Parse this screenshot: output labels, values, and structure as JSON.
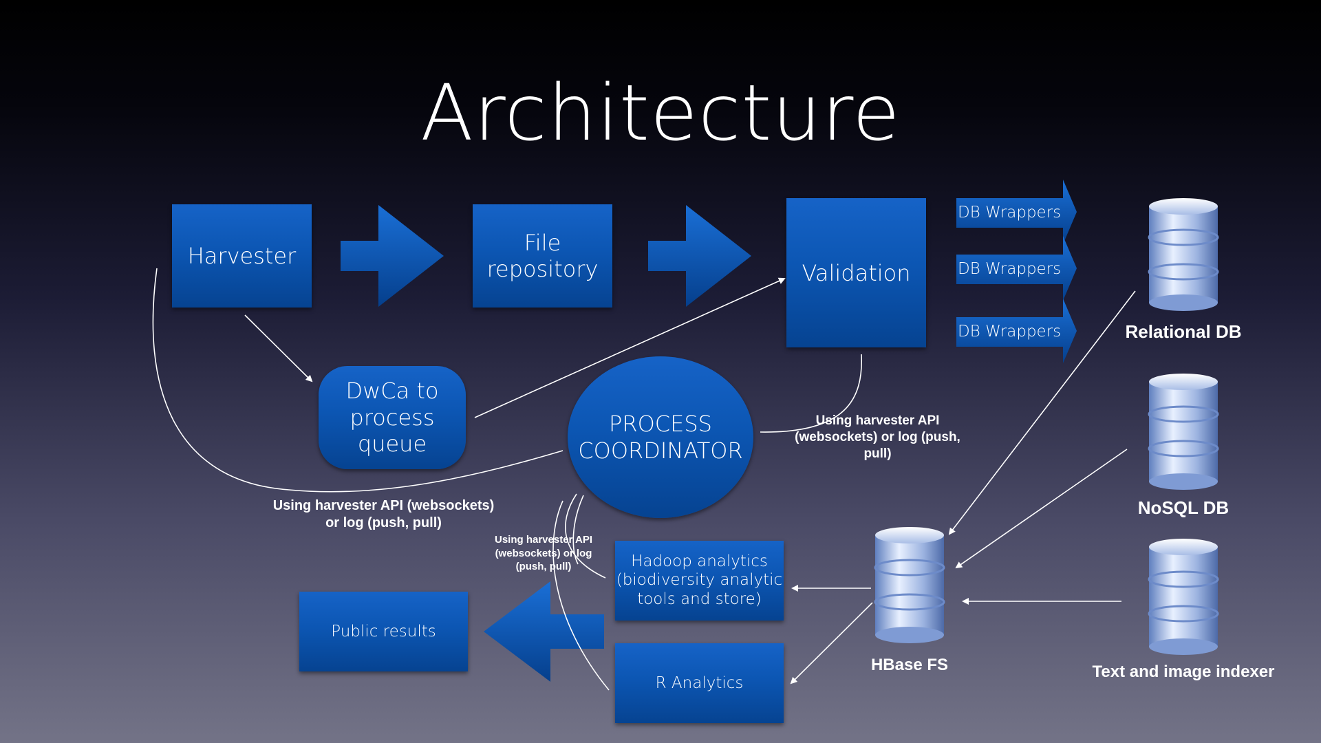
{
  "title": "Architecture",
  "boxes": {
    "harvester": "Harvester",
    "file_repository": "File\nrepository",
    "validation": "Validation",
    "dwca_queue": "DwCa to\nprocess\nqueue",
    "process_coordinator": "PROCESS\nCOORDINATOR",
    "hadoop": "Hadoop analytics\n(biodiversity analytic\ntools and store)",
    "r_analytics": "R Analytics",
    "public_results": "Public results"
  },
  "db_wrappers": [
    "DB Wrappers",
    "DB Wrappers",
    "DB Wrappers"
  ],
  "databases": {
    "relational": "Relational DB",
    "nosql": "NoSQL DB",
    "hbase": "HBase FS",
    "indexer": "Text and image indexer"
  },
  "annotations": {
    "left_api": "Using harvester API (websockets)\nor log (push, pull)",
    "right_api": "Using harvester API\n(websockets) or log (push,\npull)",
    "small_api": "Using harvester API\n(websockets) or log\n(push, pull)"
  },
  "colors": {
    "box_blue": "#0c56b3",
    "arrow_blue": "#0a58bd",
    "line": "#ffffff"
  }
}
